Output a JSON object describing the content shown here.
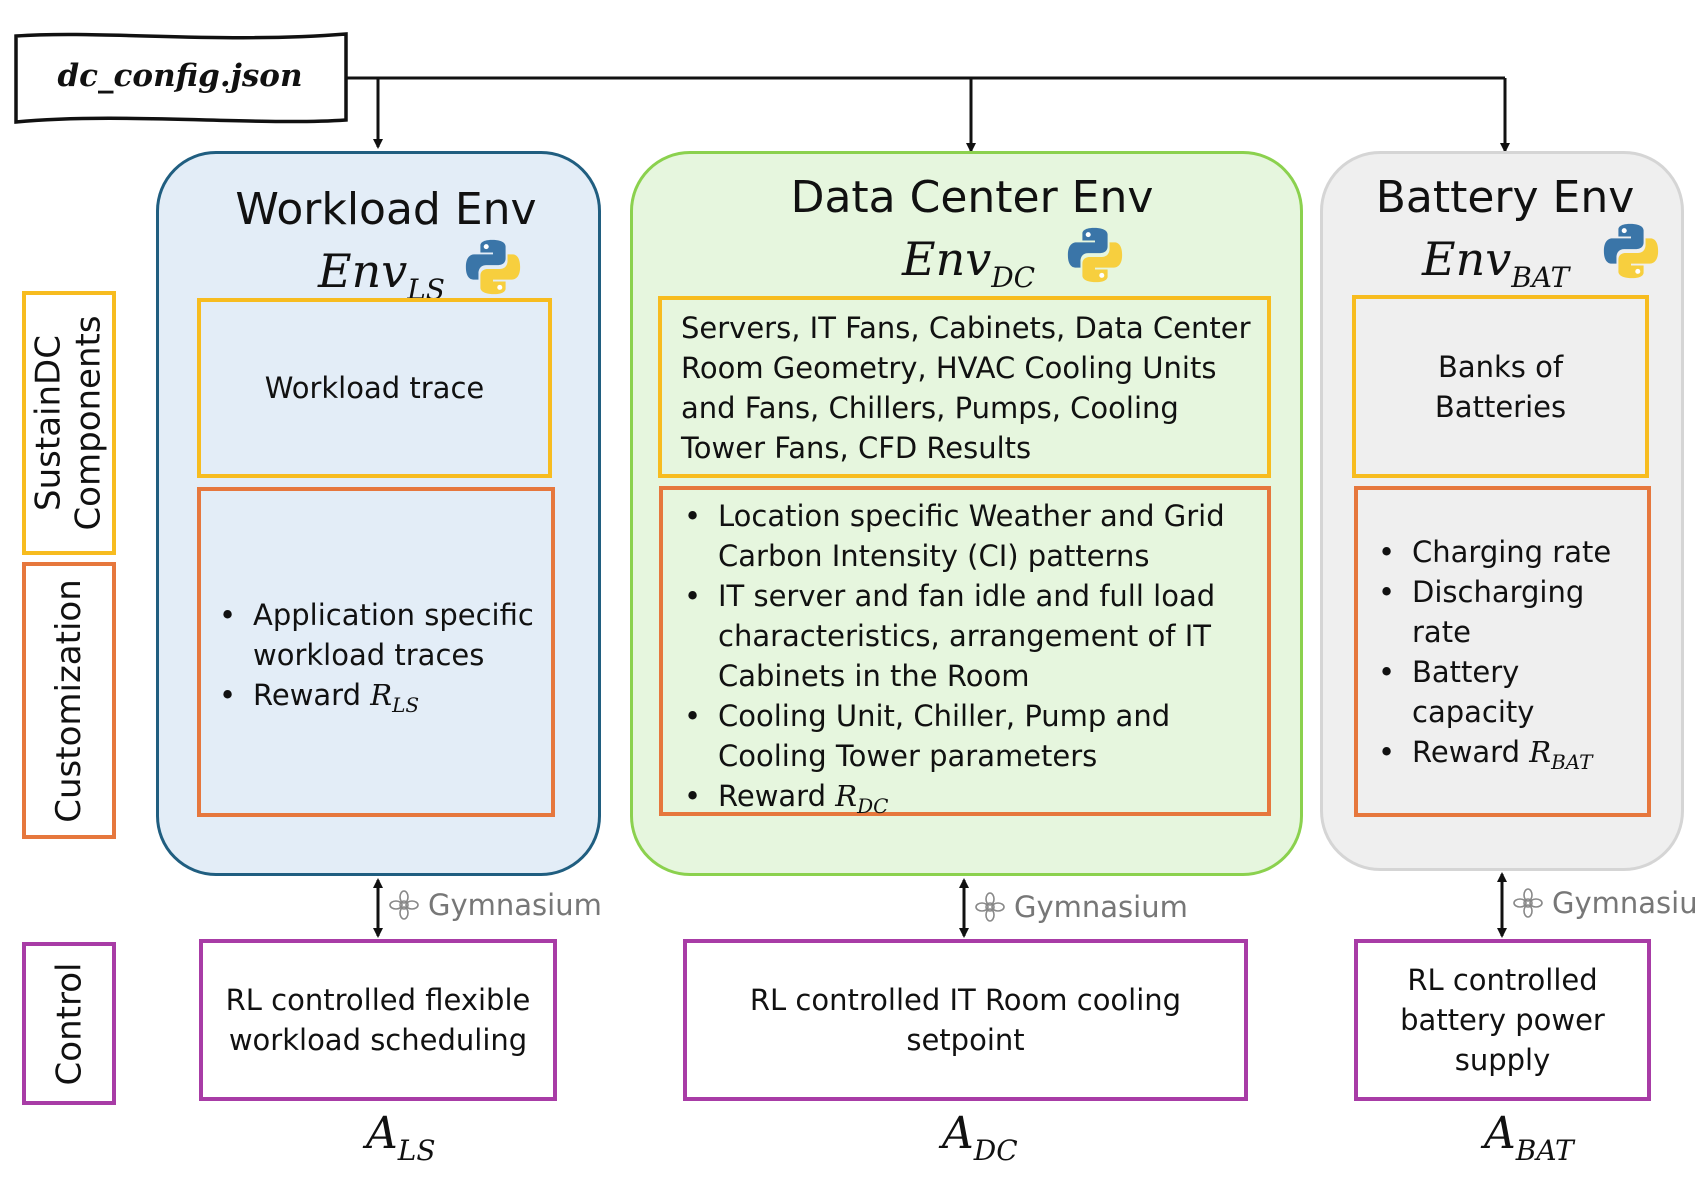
{
  "config_file": "dc_config.json",
  "side_labels": {
    "components": "SustainDC Components",
    "customization": "Customization",
    "control": "Control"
  },
  "gymnasium_label": "Gymnasium",
  "environments": {
    "ls": {
      "title": "Workload Env",
      "env_symbol": "Env",
      "env_subscript": "LS",
      "component": "Workload trace",
      "custom_items": [
        "Application specific workload traces",
        "Reward"
      ],
      "reward_symbol": "R",
      "reward_subscript": "LS",
      "control": "RL controlled flexible workload scheduling",
      "action_symbol": "A",
      "action_subscript": "LS"
    },
    "dc": {
      "title": "Data Center Env",
      "env_symbol": "Env",
      "env_subscript": "DC",
      "component": "Servers, IT Fans, Cabinets, Data Center Room Geometry, HVAC Cooling Units and Fans, Chillers, Pumps, Cooling Tower Fans, CFD Results",
      "custom_items": [
        "Location specific Weather and Grid Carbon Intensity (CI) patterns",
        "IT server and fan idle and full load characteristics, arrangement of IT Cabinets in the Room",
        "Cooling Unit, Chiller, Pump and Cooling Tower parameters",
        "Reward"
      ],
      "reward_symbol": "R",
      "reward_subscript": "DC",
      "control": "RL controlled IT Room cooling setpoint",
      "action_symbol": "A",
      "action_subscript": "DC"
    },
    "bat": {
      "title": "Battery Env",
      "env_symbol": "Env",
      "env_subscript": "BAT",
      "component": "Banks of Batteries",
      "custom_items": [
        "Charging rate",
        "Discharging rate",
        "Battery capacity",
        "Reward"
      ],
      "reward_symbol": "R",
      "reward_subscript": "BAT",
      "control": "RL controlled battery power supply",
      "action_symbol": "A",
      "action_subscript": "BAT"
    }
  },
  "colors": {
    "workload_env_fill": "#e3edf7",
    "workload_env_border": "#205e80",
    "dc_env_fill": "#e6f6de",
    "dc_env_border": "#8bd14e",
    "battery_env_fill": "#efefef",
    "battery_env_border": "#d5d5d5",
    "components_border": "#f7bc1f",
    "customization_border": "#e6773d",
    "control_border": "#a83ca6"
  },
  "icons": [
    "python-logo-icon",
    "gymnasium-logo-icon"
  ]
}
